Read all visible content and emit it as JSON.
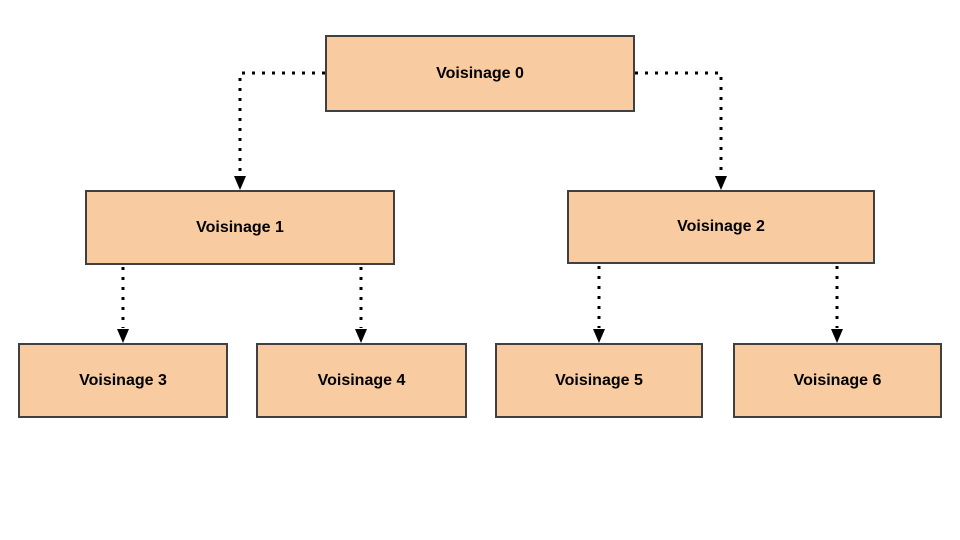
{
  "diagram": {
    "type": "tree",
    "title": "",
    "nodes": [
      {
        "id": "v0",
        "label": "Voisinage 0",
        "level": 0
      },
      {
        "id": "v1",
        "label": "Voisinage 1",
        "level": 1
      },
      {
        "id": "v2",
        "label": "Voisinage 2",
        "level": 1
      },
      {
        "id": "v3",
        "label": "Voisinage 3",
        "level": 2
      },
      {
        "id": "v4",
        "label": "Voisinage 4",
        "level": 2
      },
      {
        "id": "v5",
        "label": "Voisinage 5",
        "level": 2
      },
      {
        "id": "v6",
        "label": "Voisinage 6",
        "level": 2
      }
    ],
    "edges": [
      {
        "from": "v0",
        "to": "v1",
        "style": "dotted-arrow"
      },
      {
        "from": "v0",
        "to": "v2",
        "style": "dotted-arrow"
      },
      {
        "from": "v1",
        "to": "v3",
        "style": "dotted-arrow"
      },
      {
        "from": "v1",
        "to": "v4",
        "style": "dotted-arrow"
      },
      {
        "from": "v2",
        "to": "v5",
        "style": "dotted-arrow"
      },
      {
        "from": "v2",
        "to": "v6",
        "style": "dotted-arrow"
      }
    ],
    "colors": {
      "node_fill": "#F8CBA0",
      "node_border": "#404040",
      "connector": "#000000",
      "background": "#FFFFFF",
      "text": "#000000"
    }
  }
}
